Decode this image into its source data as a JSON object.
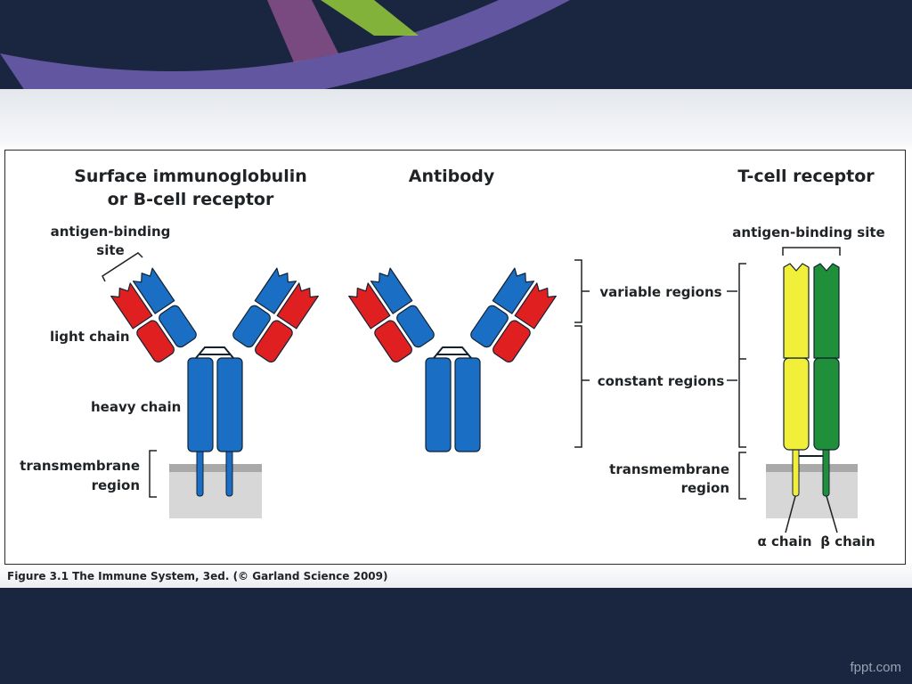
{
  "slide": {
    "caption": "Figure 3.1 The Immune System, 3ed. (© Garland Science 2009)",
    "footer_brand": "fppt.com"
  },
  "diagram": {
    "panels": [
      {
        "title_lines": [
          "Surface immunoglobulin",
          "or B-cell receptor"
        ]
      },
      {
        "title_lines": [
          "Antibody"
        ]
      },
      {
        "title_lines": [
          "T-cell receptor"
        ]
      }
    ],
    "labels": {
      "antigen_binding_site_lines": [
        "antigen-binding",
        "site"
      ],
      "light_chain": "light chain",
      "heavy_chain": "heavy chain",
      "transmembrane_region_lines": [
        "transmembrane",
        "region"
      ],
      "variable_regions": "variable regions",
      "constant_regions": "constant regions",
      "antigen_binding_site_tcr": "antigen-binding site",
      "alpha_chain": "α chain",
      "beta_chain": "β chain"
    },
    "colors": {
      "heavy_chain": "#1a6fc4",
      "light_chain": "#e02020",
      "alpha_chain": "#f2ef3a",
      "beta_chain": "#1f8f3a",
      "membrane_dark": "#a9a9a9",
      "membrane_light": "#d7d7d7"
    }
  }
}
